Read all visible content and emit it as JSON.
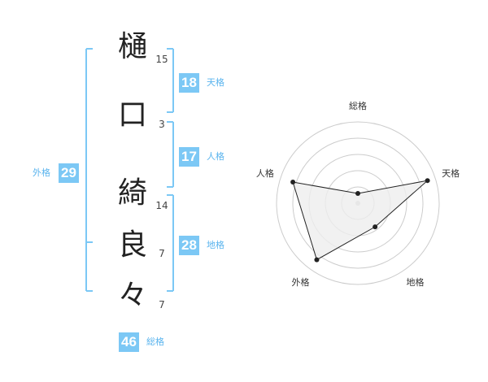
{
  "name_chars": [
    {
      "char": "樋",
      "strokes": "15"
    },
    {
      "char": "口",
      "strokes": "3"
    },
    {
      "char": "綺",
      "strokes": "14"
    },
    {
      "char": "良",
      "strokes": "7"
    },
    {
      "char": "々",
      "strokes": "7"
    }
  ],
  "kakusu": {
    "tenkaku": {
      "value": "18",
      "label": "天格"
    },
    "jinkaku": {
      "value": "17",
      "label": "人格"
    },
    "chikaku": {
      "value": "28",
      "label": "地格"
    },
    "gaikaku": {
      "value": "29",
      "label": "外格"
    },
    "soukaku": {
      "value": "46",
      "label": "総格"
    }
  },
  "colors": {
    "bracket": "#7cc8f5",
    "badge": "#7cc8f5",
    "label": "#5ab4ee",
    "radar_ring": "#cccccc",
    "radar_fill": "#eeeeee",
    "radar_line": "#222222"
  },
  "chart_data": {
    "type": "radar",
    "axes": [
      "総格",
      "天格",
      "地格",
      "外格",
      "人格"
    ],
    "max": 5,
    "values": [
      0.6,
      4.5,
      1.8,
      4.3,
      4.2
    ],
    "rings": 5
  }
}
